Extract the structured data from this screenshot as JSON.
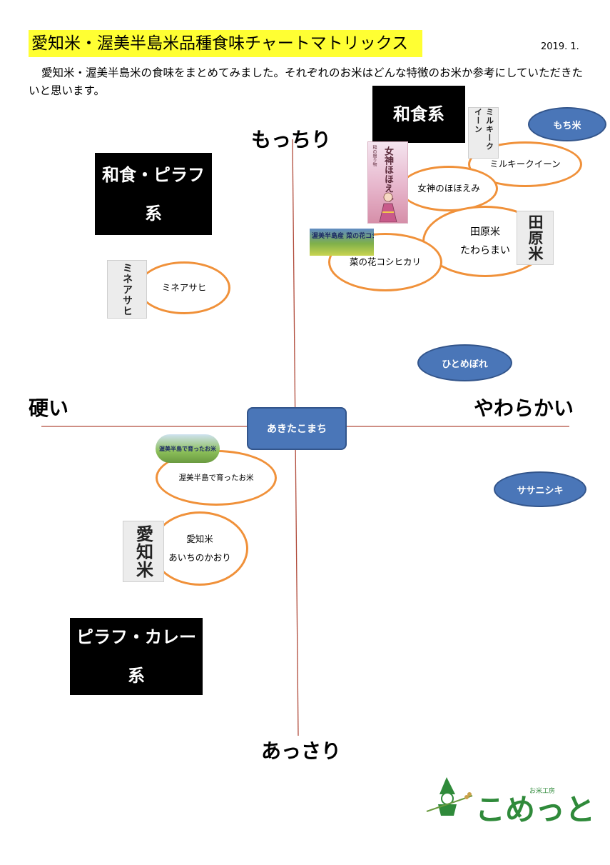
{
  "header": {
    "title": "愛知米・渥美半島米品種食味チャートマトリックス",
    "date": "2019. 1.",
    "intro": "愛知米・渥美半島米の食味をまとめてみました。それぞれのお米はどんな特徴のお米か参考にしていただきたいと思います。"
  },
  "axes": {
    "top": "もっちり",
    "bottom": "あっさり",
    "left": "硬い",
    "right": "やわらかい"
  },
  "categories": {
    "washoku": "和食系",
    "washoku_pilaf_line1": "和食・ピラフ",
    "washoku_pilaf_line2": "系",
    "pilaf_curry_line1": "ピラフ・カレー",
    "pilaf_curry_line2": "系"
  },
  "varieties": {
    "milky_queen": "ミルキークイーン",
    "megami": "女神のほほえみ",
    "tahara_line1": "田原米",
    "tahara_line2": "たわらまい",
    "nanohana": "菜の花コシヒカリ",
    "mineasahi": "ミネアサヒ",
    "atsumi": "渥美半島で育ったお米",
    "aichi_line1": "愛知米",
    "aichi_line2": "あいちのかおり"
  },
  "reference": {
    "mochi": "もち米",
    "hitomebore": "ひとめぼれ",
    "akitakomachi": "あきたこまち",
    "sasanishiki": "ササニシキ"
  },
  "labels": {
    "milky_stamp": "ミルキークイーン",
    "megami_stamp": "女神ほほえみ",
    "megami_small": "稲の贈り物",
    "tahara_stamp": "田原米",
    "nanohana_banner": "渥美半島産 菜の花コシヒカリ",
    "mineasahi_stamp": "ミネアサヒ",
    "atsumi_banner": "渥美半島で育ったお米",
    "aichi_stamp": "愛知米"
  },
  "logo": {
    "name": "こめっと",
    "sub": "お米工房"
  },
  "colors": {
    "title_highlight": "#ffff33",
    "oval_border": "#f0913a",
    "reference_fill": "#4a76b8",
    "axis_line": "#b04a3a",
    "logo_green": "#2f8a3a"
  }
}
